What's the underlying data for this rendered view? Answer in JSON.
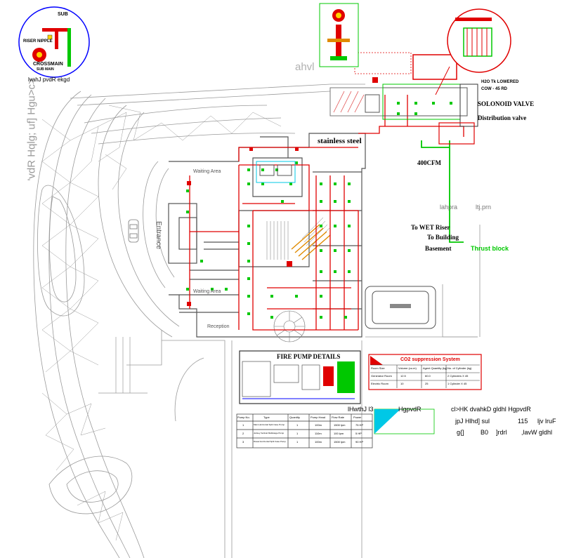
{
  "colors": {
    "line": "#9a9a9a",
    "dark": "#222222",
    "pipe": "#e00000",
    "sprinkler": "#00c800",
    "accent_blue": "#0000ff",
    "cyan": "#00c8e6",
    "hatch": "#e05050"
  },
  "watermarks": {
    "left_vertical": "'vdR Hqlg; uf] Hgu>c>",
    "top_right": "ahvl"
  },
  "detail_circle_left": {
    "top": "SUB",
    "riser": "RISER NIPPLE",
    "crossmain": "CROSSMAIN",
    "sub_label": "SUB MAIN",
    "caption": "lvahJ pvdR ekgd"
  },
  "rooms": {
    "waiting_top": "Waiting Area",
    "waiting_bottom": "Waiting Area",
    "reception": "Reception",
    "entrance": "Entrance"
  },
  "pipe_labels": {
    "stainless": "stainless steel",
    "cfm": "400CFM",
    "solenoid": "SOLONOID VALVE",
    "distribution": "Distribution valve",
    "to_wet_riser": "To WET Riser",
    "to_building": "To Building",
    "basement": "Basement",
    "thrust_block": "Thrust block",
    "trench": "lahpra",
    "wet": "ltj.prn",
    "legend_line": "H2O Tk LOWERED",
    "cow": "COW - 45 RD"
  },
  "fire_pump": {
    "title": "FIRE PUMP DETAILS"
  },
  "co2_table": {
    "title": "CO2 suppression System",
    "headers": [
      "Room Size",
      "Volume (cu.m)",
      "Agent Quantity (kg)",
      "No. of Cylinder (kg)"
    ],
    "rows": [
      [
        "Generator Room",
        "12.5",
        "60.0",
        "2 Cylinders X 45"
      ],
      [
        "Electric Room",
        "10",
        "25",
        "1 Cylinder X 45"
      ]
    ]
  },
  "pump_table": {
    "headers": [
      "Pump No.",
      "Type",
      "Quantity",
      "Pump Head",
      "Flow Rate",
      "Power"
    ],
    "rows": [
      [
        "1",
        "Main Horizontal Split Case Pump",
        "1",
        "100m",
        "1500 lpm",
        "75 HP"
      ],
      [
        "2",
        "Jockey Vertical Multistage Pump",
        "1",
        "110m",
        "100 lpm",
        "5 HP"
      ],
      [
        "3",
        "Diesel Horizontal Split Case Pump",
        "1",
        "100m",
        "1500 lpm",
        "90 HP"
      ]
    ]
  },
  "notes": {
    "n1": "lHwthJ l3",
    "n2": "HgpvdR",
    "n3": "cl>HK dvahkD gldhl HgpvdR",
    "n4": "jpJ Hlhd] sul",
    "n5": "115",
    "n6": "ljv lruF",
    "n7": "g{]",
    "n8": "B0",
    "n9": "]rdrl",
    "n10": ",lavW gldhl"
  }
}
